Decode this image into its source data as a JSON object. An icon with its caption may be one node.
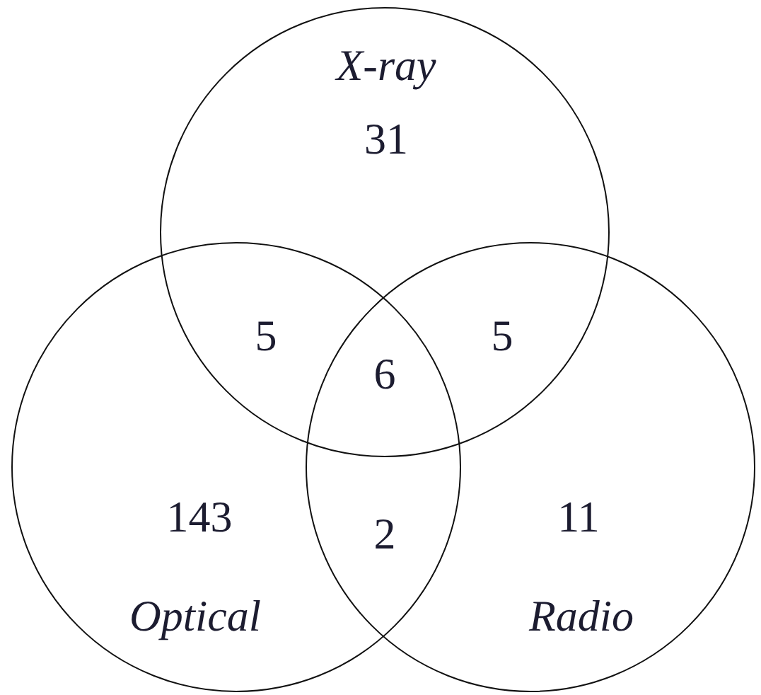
{
  "diagram": {
    "nodes": [
      {
        "text": [
          "X-ray",
          "31"
        ]
      },
      {
        "text": [
          "143",
          "Optical"
        ]
      },
      {
        "text": [
          "11",
          "Radio"
        ]
      }
    ],
    "labels": [
      "5",
      "6",
      "5",
      "2"
    ]
  }
}
